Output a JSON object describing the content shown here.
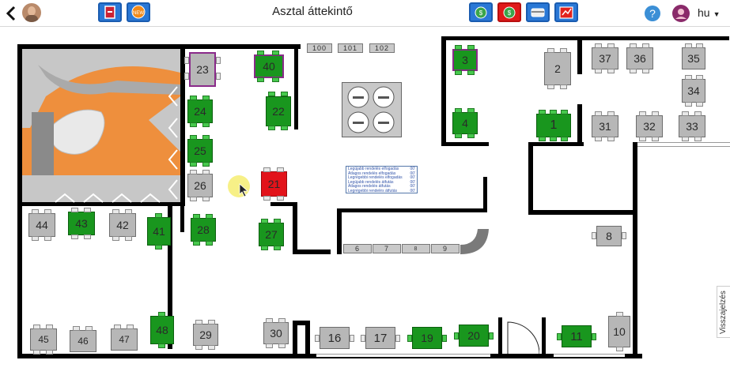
{
  "header": {
    "title": "Asztal áttekintő",
    "language": "hu"
  },
  "legend": [
    {
      "label": "Legújabb rendelés elfogadás",
      "value": "00'"
    },
    {
      "label": "Átlagos rendelés elfogadás",
      "value": "00'"
    },
    {
      "label": "Legrégebbi rendelés elfogadás",
      "value": "00'"
    },
    {
      "label": "Legújabb rendelés átfutás",
      "value": "00'"
    },
    {
      "label": "Átlagos rendelés átfutás",
      "value": "00'"
    },
    {
      "label": "Legrégebbi rendelés átfutás",
      "value": "00'"
    }
  ],
  "feedback": "Visszajelzés",
  "bar_labels": [
    "100",
    "101",
    "102"
  ],
  "counter_labels": [
    "6",
    "7",
    "8",
    "9"
  ],
  "tables": {
    "t1": "1",
    "t2": "2",
    "t3": "3",
    "t4": "4",
    "t8": "8",
    "t10": "10",
    "t11": "11",
    "t16": "16",
    "t17": "17",
    "t19": "19",
    "t20": "20",
    "t21": "21",
    "t22": "22",
    "t23": "23",
    "t24": "24",
    "t25": "25",
    "t26": "26",
    "t27": "27",
    "t28": "28",
    "t29": "29",
    "t30": "30",
    "t31": "31",
    "t32": "32",
    "t33": "33",
    "t34": "34",
    "t35": "35",
    "t36": "36",
    "t37": "37",
    "t40": "40",
    "t41": "41",
    "t42": "42",
    "t43": "43",
    "t44": "44",
    "t45": "45",
    "t46": "46",
    "t47": "47",
    "t48": "48"
  },
  "colors": {
    "occupied": "#19961e",
    "free": "#b7b7b7",
    "alert": "#e2131a"
  }
}
